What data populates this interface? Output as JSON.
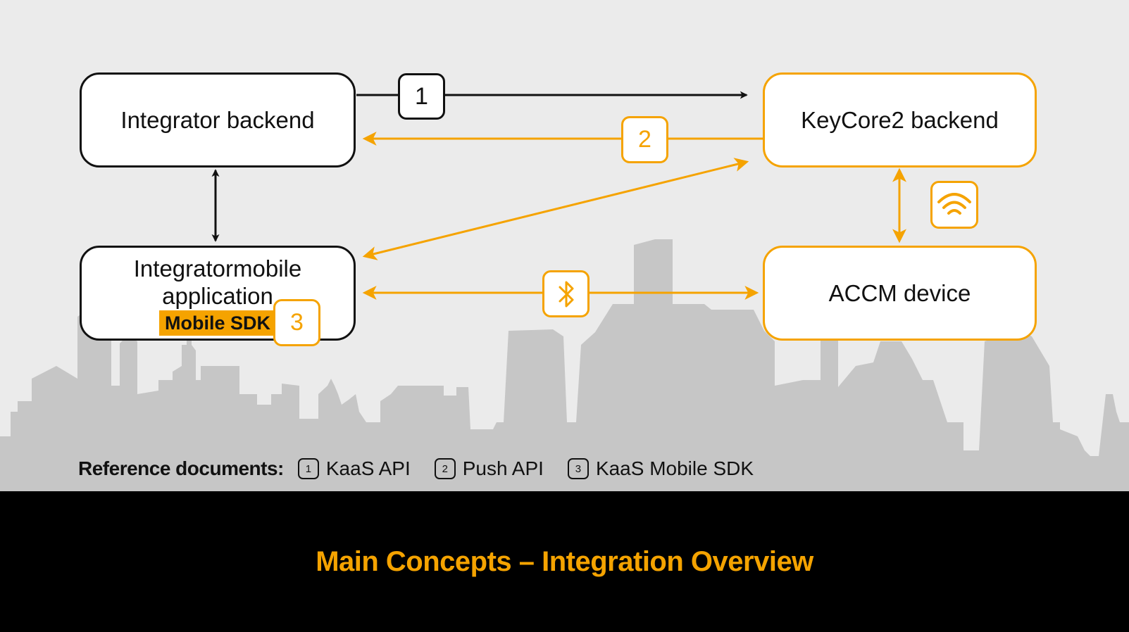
{
  "nodes": {
    "integrator_backend": "Integrator backend",
    "keycore_backend": "KeyCore2 backend",
    "mobile_app_line1": "Integratormobile",
    "mobile_app_line2": "application",
    "mobile_sdk": "Mobile SDK",
    "accm_device": "ACCM device"
  },
  "badges": {
    "b1": "1",
    "b2": "2",
    "b3": "3"
  },
  "icons": {
    "wifi": "wifi-icon",
    "bluetooth": "bluetooth-icon"
  },
  "references": {
    "label": "Reference documents:",
    "items": [
      {
        "num": "1",
        "text": "KaaS API"
      },
      {
        "num": "2",
        "text": "Push API"
      },
      {
        "num": "3",
        "text": "KaaS Mobile SDK"
      }
    ]
  },
  "footer": {
    "title": "Main Concepts – Integration Overview"
  },
  "colors": {
    "accent": "#f5a300",
    "dark": "#111111",
    "footer_bg": "#000000",
    "skyline": "#c6c6c6",
    "background": "#ebebeb"
  }
}
